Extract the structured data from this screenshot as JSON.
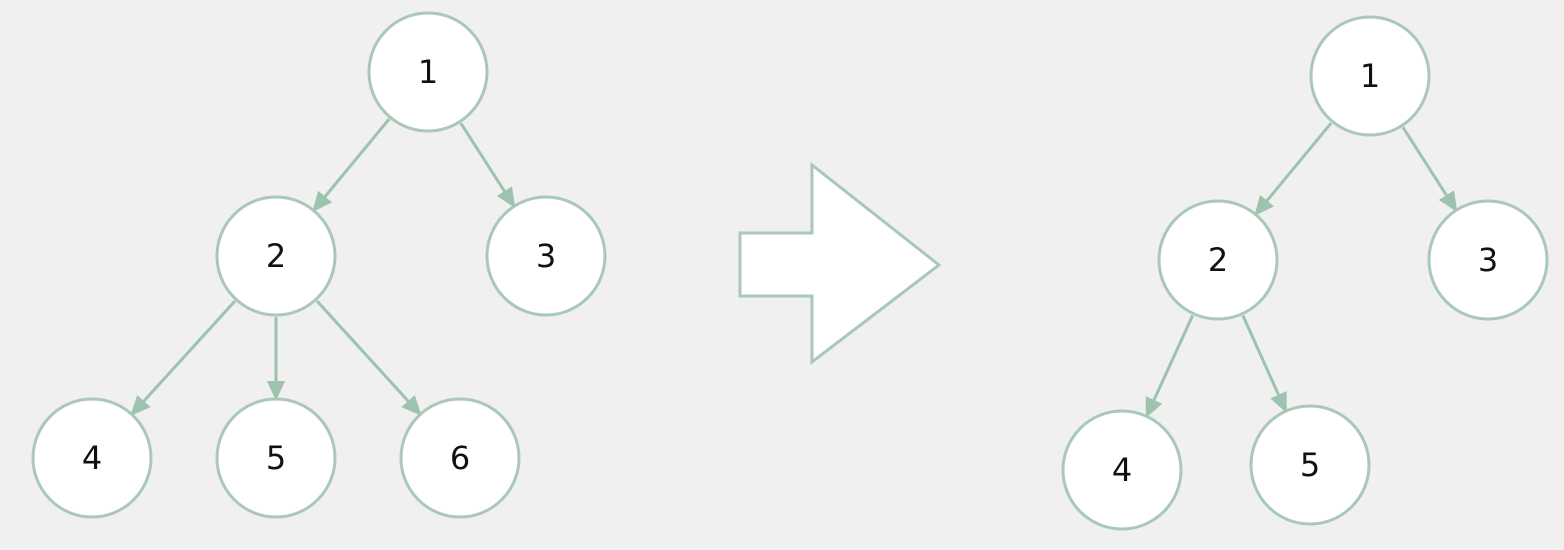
{
  "diagram": {
    "before_tree": {
      "nodes": [
        {
          "id": "b1",
          "label": "1"
        },
        {
          "id": "b2",
          "label": "2"
        },
        {
          "id": "b3",
          "label": "3"
        },
        {
          "id": "b4",
          "label": "4"
        },
        {
          "id": "b5",
          "label": "5"
        },
        {
          "id": "b6",
          "label": "6"
        }
      ],
      "edges": [
        {
          "from": "b1",
          "to": "b2"
        },
        {
          "from": "b1",
          "to": "b3"
        },
        {
          "from": "b2",
          "to": "b4"
        },
        {
          "from": "b2",
          "to": "b5"
        },
        {
          "from": "b2",
          "to": "b6"
        }
      ]
    },
    "transition_arrow": "right-arrow-icon",
    "after_tree": {
      "nodes": [
        {
          "id": "a1",
          "label": "1"
        },
        {
          "id": "a2",
          "label": "2"
        },
        {
          "id": "a3",
          "label": "3"
        },
        {
          "id": "a4",
          "label": "4"
        },
        {
          "id": "a5",
          "label": "5"
        }
      ],
      "edges": [
        {
          "from": "a1",
          "to": "a2"
        },
        {
          "from": "a1",
          "to": "a3"
        },
        {
          "from": "a2",
          "to": "a4"
        },
        {
          "from": "a2",
          "to": "a5"
        }
      ]
    },
    "colors": {
      "background": "#f0f0f0",
      "node_fill": "#ffffff",
      "node_stroke": "#a9c8b7",
      "edge": "#9dc2ad",
      "text": "#111111"
    }
  }
}
